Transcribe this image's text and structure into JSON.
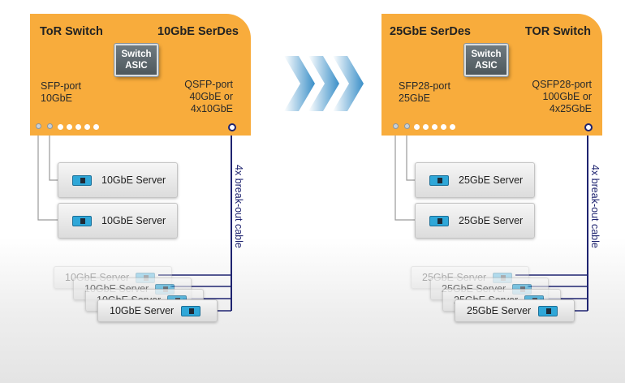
{
  "left": {
    "title": "ToR Switch",
    "serdes": "10GbE SerDes",
    "asic": [
      "Switch",
      "ASIC"
    ],
    "sfp_port": [
      "SFP-port",
      "10GbE"
    ],
    "qsfp_port": [
      "QSFP-port",
      "40GbE or",
      "4x10GbE"
    ],
    "servers": [
      "10GbE Server",
      "10GbE Server"
    ],
    "breakout_servers": [
      "10GbE Server",
      "10GbE Server",
      "10GbE Server",
      "10GbE Server"
    ],
    "cable_label": "4x break-out cable"
  },
  "right": {
    "title": "TOR Switch",
    "serdes": "25GbE SerDes",
    "asic": [
      "Switch",
      "ASIC"
    ],
    "sfp_port": [
      "SFP28-port",
      "25GbE"
    ],
    "qsfp_port": [
      "QSFP28-port",
      "100GbE or",
      "4x25GbE"
    ],
    "servers": [
      "25GbE Server",
      "25GbE Server"
    ],
    "breakout_servers": [
      "25GbE Server",
      "25GbE Server",
      "25GbE Server",
      "25GbE Server"
    ],
    "cable_label": "4x break-out cable"
  },
  "colors": {
    "switch": "#f8ac3c",
    "cable": "#1f2470",
    "arrow": "#3a8fc8",
    "nic": "#2fa7d8"
  }
}
